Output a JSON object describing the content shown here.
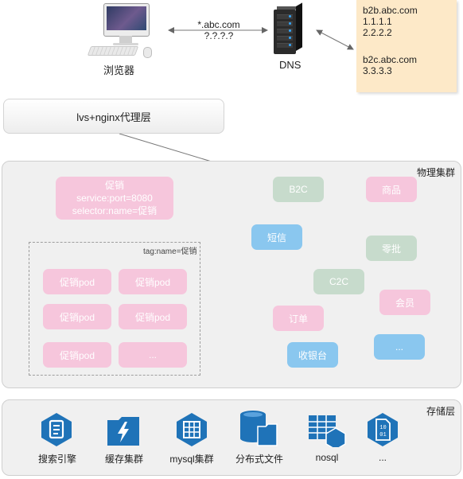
{
  "browser": {
    "label": "浏览器"
  },
  "dns": {
    "label": "DNS"
  },
  "dns_query": {
    "line1": "*.abc.com",
    "line2": "?.?.?.?"
  },
  "dns_records": {
    "line1": "b2b.abc.com",
    "line2": "1.1.1.1",
    "line3": "2.2.2.2",
    "line4": "b2c.abc.com",
    "line5": "3.3.3.3"
  },
  "proxy": {
    "label": "lvs+nginx代理层"
  },
  "physical_cluster": {
    "title": "物理集群",
    "service": {
      "line1": "促销",
      "line2": "service:port=8080",
      "line3": "selector:name=促销"
    },
    "pod_group": {
      "tag": "tag:name=促销",
      "pods": [
        "促销pod",
        "促销pod",
        "促销pod",
        "促销pod",
        "促销pod",
        "..."
      ]
    },
    "nodes": {
      "b2c": "B2C",
      "goods": "商品",
      "sms": "短信",
      "retail": "零批",
      "c2c": "C2C",
      "member": "会员",
      "order": "订单",
      "cashier": "收银台",
      "more": "..."
    },
    "colors": {
      "pink": "#f6c6dc",
      "green": "#c7dbcc",
      "blue": "#8ac7ef"
    }
  },
  "storage": {
    "title": "存储层",
    "items": [
      {
        "label": "搜索引擎",
        "icon": "search-engine-icon"
      },
      {
        "label": "缓存集群",
        "icon": "cache-cluster-icon"
      },
      {
        "label": "mysql集群",
        "icon": "mysql-cluster-icon"
      },
      {
        "label": "分布式文件",
        "icon": "distributed-file-icon"
      },
      {
        "label": "nosql",
        "icon": "nosql-icon"
      },
      {
        "label": "...",
        "icon": "binary-data-icon"
      }
    ],
    "icon_color": "#1f73b8"
  }
}
